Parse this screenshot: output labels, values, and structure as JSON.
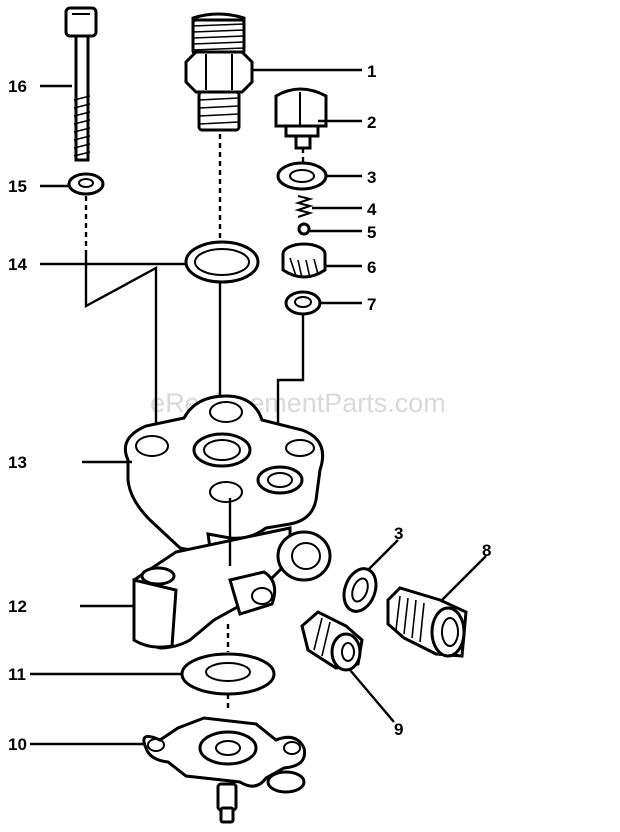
{
  "watermark": "eReplacementParts.com",
  "labels": {
    "p1": "1",
    "p2": "2",
    "p3a": "3",
    "p4": "4",
    "p5": "5",
    "p6": "6",
    "p7": "7",
    "p3b": "3",
    "p8": "8",
    "p9": "9",
    "p10": "10",
    "p11": "11",
    "p12": "12",
    "p13": "13",
    "p14": "14",
    "p15": "15",
    "p16": "16"
  }
}
